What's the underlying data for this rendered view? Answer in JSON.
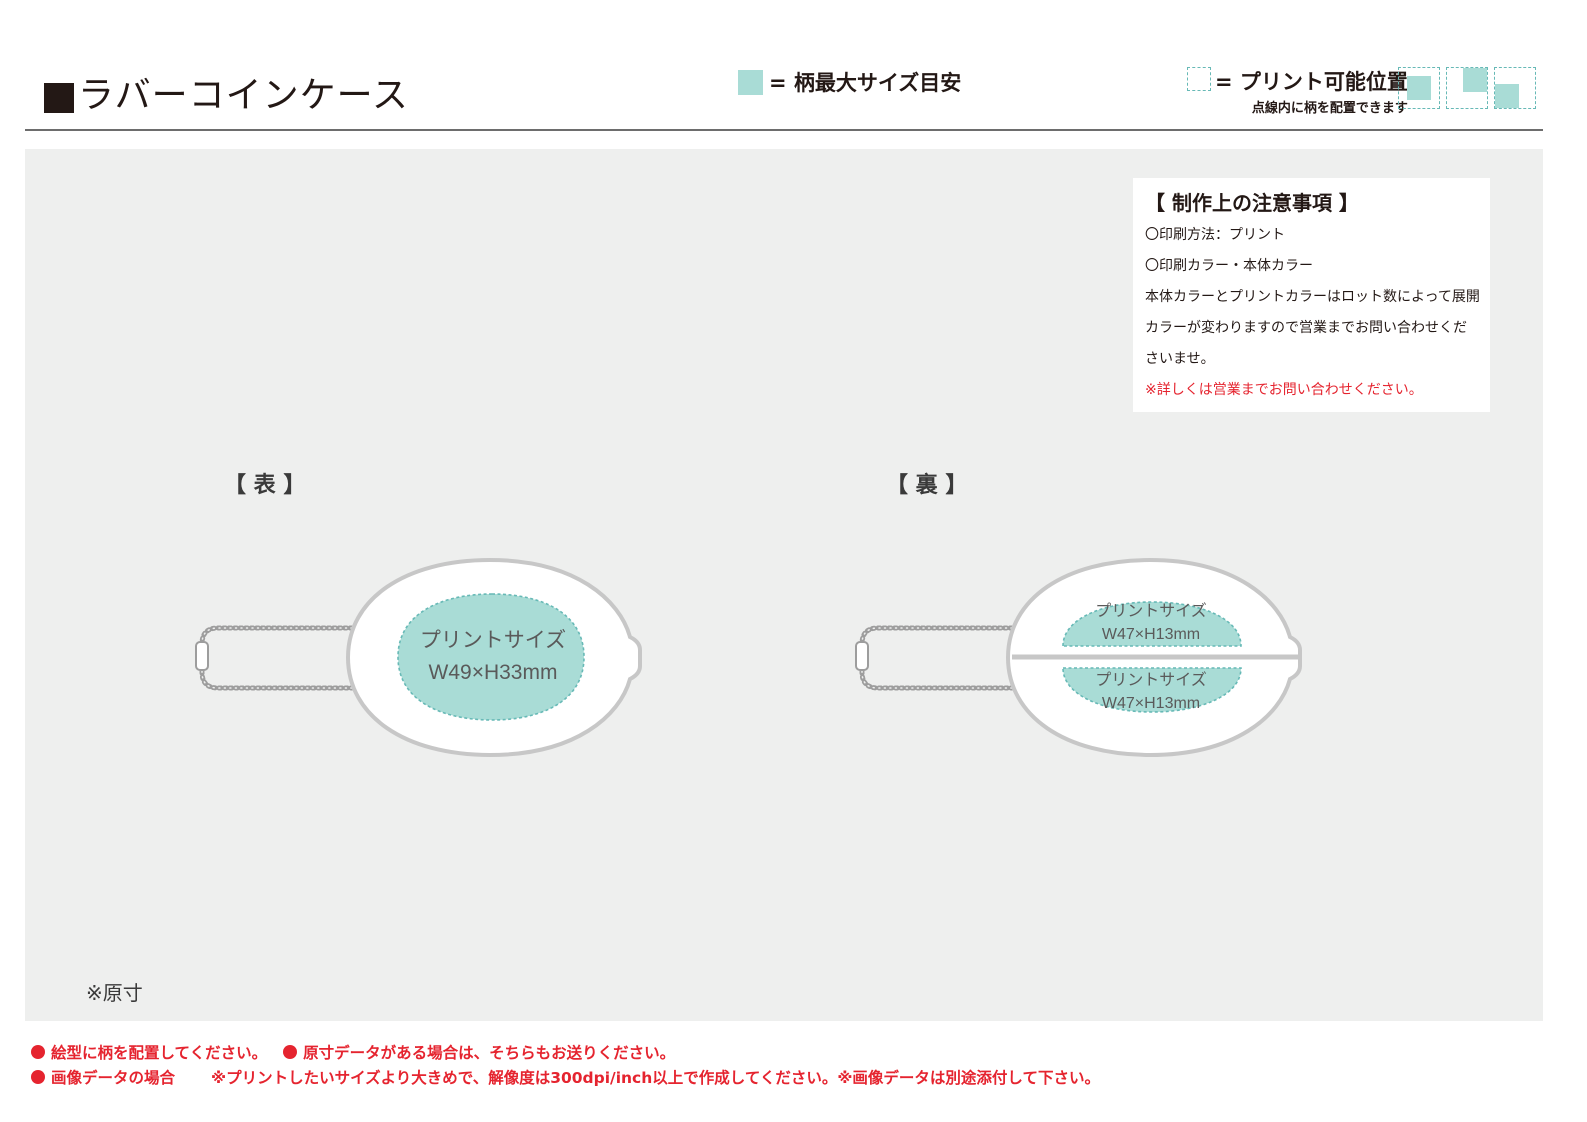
{
  "header": {
    "title": "ラバーコインケース",
    "legend_max_size": "= 柄最大サイズ目安",
    "legend_print_position": "= プリント可能位置",
    "legend_print_position_sub": "点線内に柄を配置できます",
    "colors": {
      "print_area": "#a9dcd6",
      "dashed": "#67b9b6",
      "panel": "#eeefee"
    }
  },
  "notes": {
    "title": "【 制作上の注意事項 】",
    "lines": [
      "〇印刷方法：プリント",
      "〇印刷カラー・本体カラー",
      "本体カラーとプリントカラーはロット数によって展開",
      "カラーが変わりますので営業までお問い合わせくだ",
      "さいませ。"
    ],
    "red_line": "※詳しくは営業までお問い合わせください。"
  },
  "front": {
    "label": "【 表 】",
    "print_line1": "プリントサイズ",
    "print_line2": "W49×H33mm"
  },
  "back": {
    "label": "【 裏 】",
    "top_line1": "プリントサイズ",
    "top_line2": "W47×H13mm",
    "bottom_line1": "プリントサイズ",
    "bottom_line2": "W47×H13mm"
  },
  "scale_note": "※原寸",
  "footer": {
    "item1": "絵型に柄を配置してください。",
    "item2": "原寸データがある場合は、そちらもお送りください。",
    "item3": "画像データの場合",
    "item3_detail": "※プリントしたいサイズより大きめで、解像度は300dpi/inch以上で作成してください。※画像データは別途添付して下さい。"
  }
}
